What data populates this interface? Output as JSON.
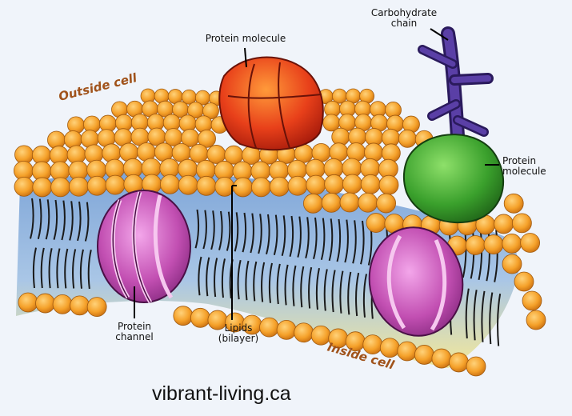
{
  "labels": {
    "carbohydrate_line1": "Carbohydrate",
    "carbohydrate_line2": "chain",
    "protein_top": "Protein molecule",
    "outside": "Outside cell",
    "protein_right_line1": "Protein",
    "protein_right_line2": "molecule",
    "channel_line1": "Protein",
    "channel_line2": "channel",
    "lipids_line1": "Lipids",
    "lipids_line2": "(bilayer)",
    "inside": "Inside cell"
  },
  "source": "vibrant-living.ca",
  "colors": {
    "background": "#f0f4fa",
    "lipid_head": "#f5a12a",
    "protein_top": "#e8401a",
    "protein_right": "#3aa02c",
    "channel": "#c24fb2",
    "carbohydrate": "#4a2e8c",
    "interior_blue": "#8fb3de",
    "interior_yellow": "#f2e79a"
  }
}
